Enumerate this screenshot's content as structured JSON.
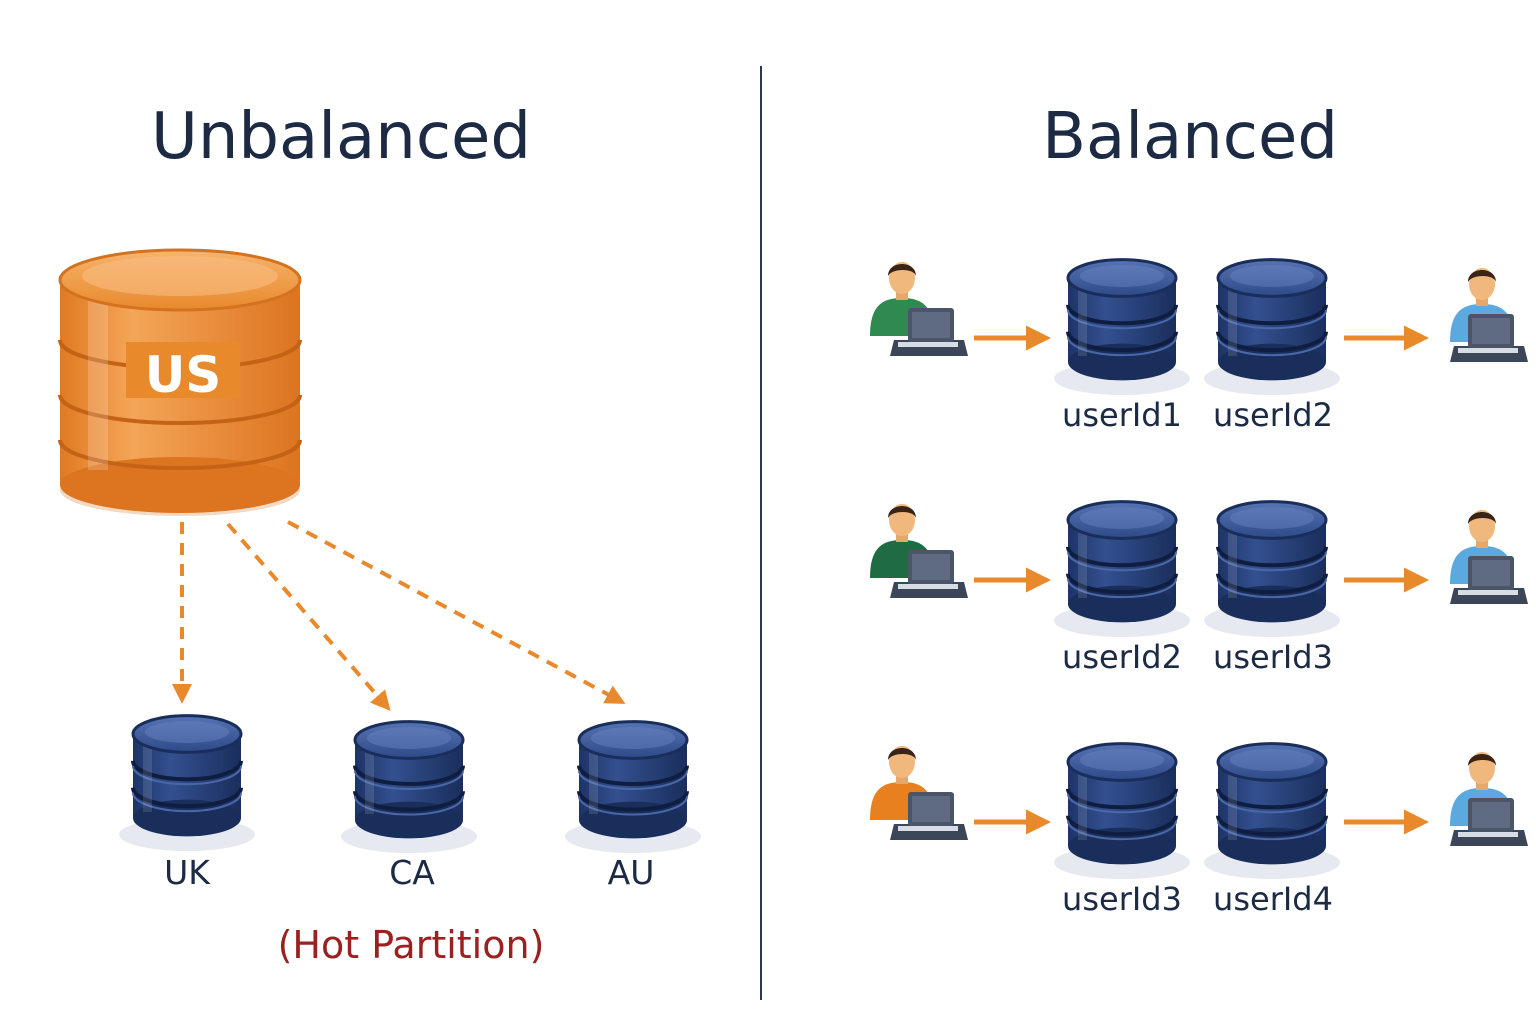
{
  "left_panel": {
    "title": "Unbalanced",
    "main_db_label": "US",
    "targets": [
      "UK",
      "CA",
      "AU"
    ],
    "note": "(Hot Partition)"
  },
  "right_panel": {
    "title": "Balanced",
    "rows": [
      {
        "user_color": "#2e8a4f",
        "shard_labels": [
          "userId1",
          "userId2"
        ]
      },
      {
        "user_color": "#1f6b43",
        "shard_labels": [
          "userId2",
          "userId3"
        ]
      },
      {
        "user_color": "#e8801f",
        "shard_labels": [
          "userId3",
          "userId4"
        ]
      }
    ]
  },
  "colors": {
    "accent_orange": "#e8892c",
    "db_blue": "#263f7a",
    "db_blue_light": "#3f5ea0",
    "title": "#1c2a44",
    "hot": "#9b2121",
    "divider": "#2a3a55",
    "client_blue": "#5ba9de"
  }
}
